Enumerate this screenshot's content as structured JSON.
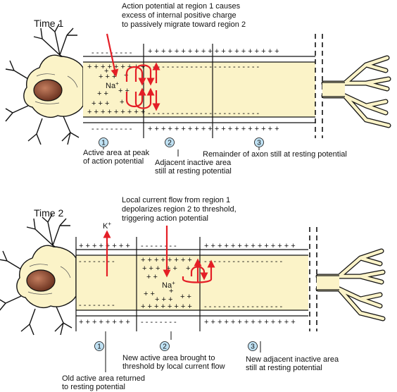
{
  "panel1": {
    "title": "Time 1",
    "caption_lines": [
      "Action potential at region 1 causes",
      "excess of internal positive charge",
      "to passively migrate toward region 2"
    ],
    "ion": "Na",
    "ion_sup": "+",
    "regions": [
      {
        "number": "1",
        "label_lines": [
          "Active area at peak",
          "of action potential"
        ]
      },
      {
        "number": "2",
        "label_lines": [
          "Adjacent inactive area",
          "still at resting potential"
        ]
      },
      {
        "number": "3",
        "label_lines": [
          "Remainder of axon still at resting potential"
        ]
      }
    ]
  },
  "panel2": {
    "title": "Time 2",
    "caption_lines": [
      "Local current flow from region 1",
      "depolarizes region 2 to threshold,",
      "triggering action potential"
    ],
    "ion_out": "K",
    "ion_out_sup": "+",
    "ion_in": "Na",
    "ion_in_sup": "+",
    "regions": [
      {
        "number": "1",
        "label_lines": [
          "Old active area returned",
          "to resting potential"
        ]
      },
      {
        "number": "2",
        "label_lines": [
          "New active area brought to",
          "threshold by local current flow"
        ]
      },
      {
        "number": "3",
        "label_lines": [
          "New adjacent inactive area",
          "still at resting potential"
        ]
      }
    ]
  },
  "charges": {
    "plus": "+",
    "minus": "-"
  },
  "colors": {
    "axon": "#fbf3c8",
    "arrow": "#e41e26",
    "nucleus": "#8a4a33",
    "badge": "#bfe1f3"
  }
}
